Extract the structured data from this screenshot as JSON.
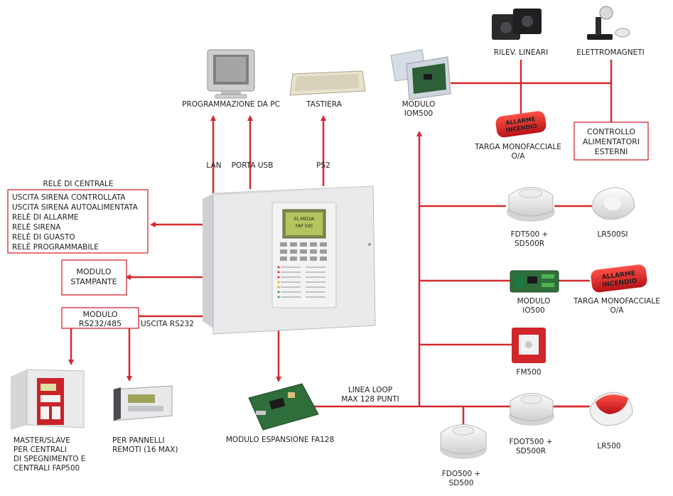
{
  "colors": {
    "line": "#d42a2f",
    "text": "#222222",
    "panel": "#e9eaec"
  },
  "top": {
    "programming_pc": "PROGRAMMAZIONE DA PC",
    "keyboard": "TASTIERA",
    "lan": "LAN",
    "usb": "PORTA USB",
    "ps2": "PS2"
  },
  "panel": {
    "screen_line1": "EL.MEDIA",
    "screen_line2": "FAP 500"
  },
  "relays": {
    "title": "RELÈ DI CENTRALE",
    "items": [
      "USCITA SIRENA CONTROLLATA",
      "USCITA SIRENA AUTOALIMENTATA",
      "RELÈ DI ALLARME",
      "RELÈ SIRENA",
      "RELÈ DI GUASTO",
      "RELÈ PROGRAMMABILE"
    ]
  },
  "printer_module": [
    "MODULO",
    "STAMPANTE"
  ],
  "rs_module": [
    "MODULO",
    "RS232/485"
  ],
  "rs232_out": "USCITA RS232",
  "master_slave": [
    "MASTER/SLAVE",
    "PER CENTRALI",
    "DI SPEGNIMENTO E",
    "CENTRALI FAP500"
  ],
  "remote_panels": [
    "PER PANNELLI",
    "REMOTI (16 MAX)"
  ],
  "expansion": "MODULO ESPANSIONE FA128",
  "loop": [
    "LINEA LOOP",
    "MAX 128 PUNTI"
  ],
  "iom": [
    "MODULO",
    "IOM500"
  ],
  "linear": "RILEV. LINEARI",
  "magnets": "ELETTROMAGNETI",
  "sign_label": [
    "TARGA MONOFACCIALE",
    "O/A"
  ],
  "sign_text": [
    "ALLARME",
    "INCENDIO"
  ],
  "power_ctrl": [
    "CONTROLLO",
    "ALIMENTATORI",
    "ESTERNI"
  ],
  "fdt_top": [
    "FDT500 +",
    "SD500R"
  ],
  "lr500si": "LR500SI",
  "io500": [
    "MODULO",
    "IO500"
  ],
  "sign2_label": [
    "TARGA MONOFACCIALE",
    "O/A"
  ],
  "fm500": "FM500",
  "fdot": [
    "FDOT500 +",
    "SD500R"
  ],
  "lr500": "LR500",
  "fdo": [
    "FDO500 +",
    "SD500"
  ]
}
